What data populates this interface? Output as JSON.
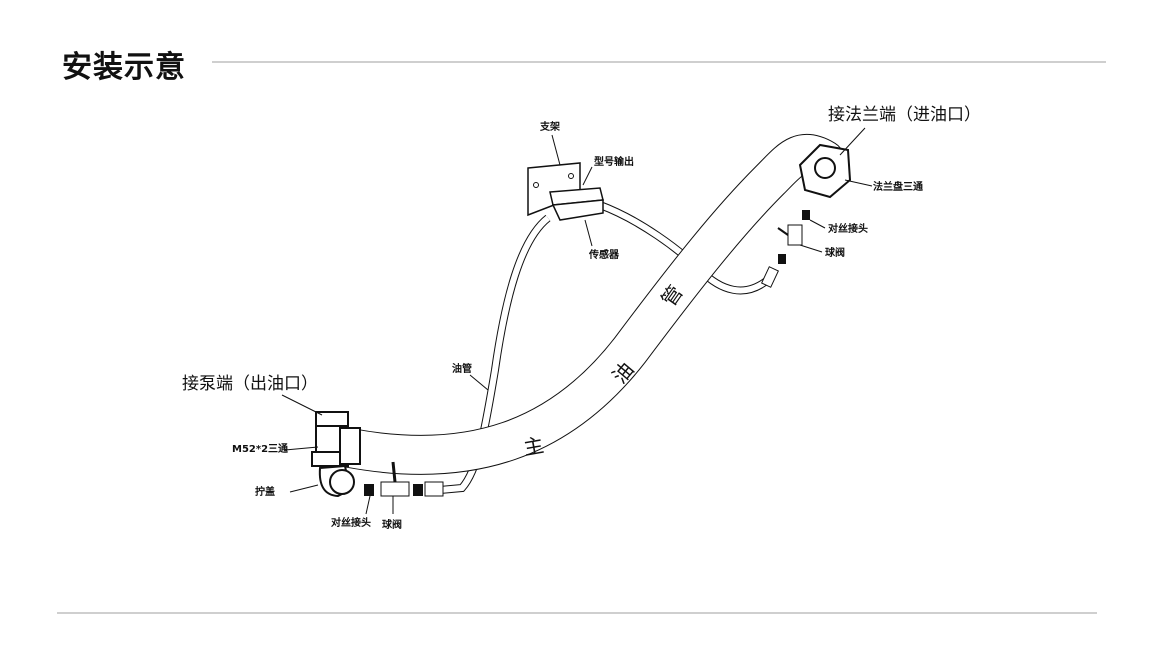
{
  "page": {
    "title": "安装示意"
  },
  "diagram": {
    "labels": {
      "pump_end": "接泵端（出油口）",
      "tee_m52": "M52*2三通",
      "cap": "拧盖",
      "union_bottom": "对丝接头",
      "valve_bottom": "球阀",
      "oil_tube": "油管",
      "bracket": "支架",
      "model_output": "型号输出",
      "sensor": "传感器",
      "flange_end": "接法兰端（进油口）",
      "flange_tee": "法兰盘三通",
      "union_top": "对丝接头",
      "valve_top": "球阀"
    },
    "hose_text": [
      "主",
      "油",
      "管"
    ],
    "line_color": "#cfcfcf"
  }
}
